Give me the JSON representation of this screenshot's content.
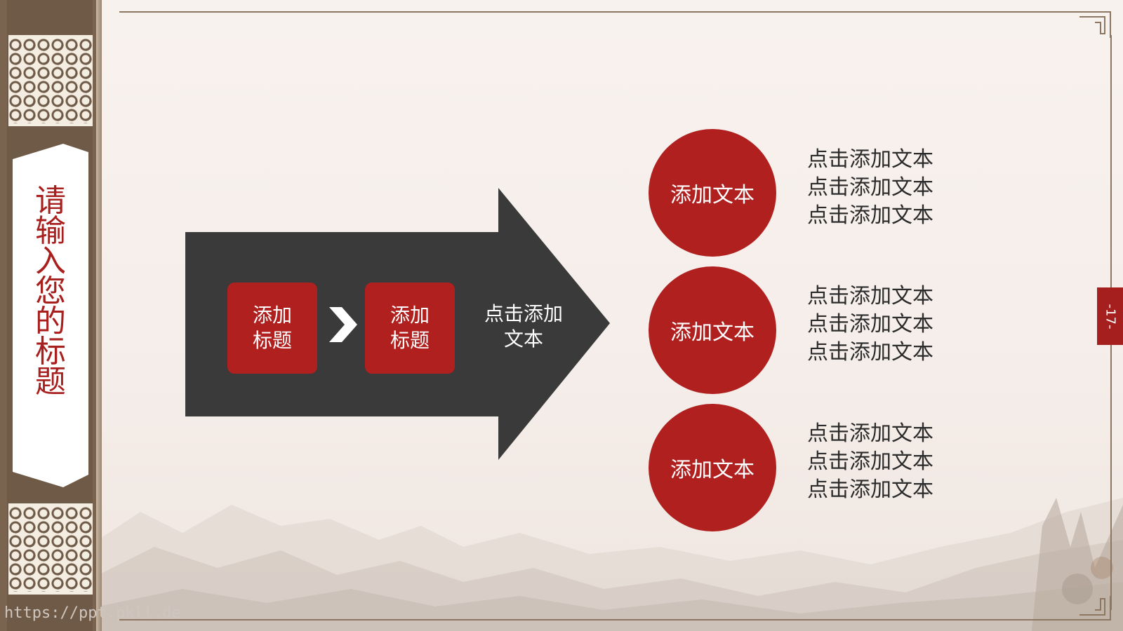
{
  "slide": {
    "vertical_title": [
      "请",
      "输",
      "入",
      "您",
      "的",
      "标",
      "题"
    ],
    "page_number": "-17-",
    "watermark": "https://ppt.pkll.de"
  },
  "arrow": {
    "box1_label": "添加标题",
    "box2_label": "添加标题",
    "arrow_text": "点击添加文本"
  },
  "items": [
    {
      "circle_label": "添加文本",
      "lines": [
        "点击添加文本",
        "点击添加文本",
        "点击添加文本"
      ]
    },
    {
      "circle_label": "添加文本",
      "lines": [
        "点击添加文本",
        "点击添加文本",
        "点击添加文本"
      ]
    },
    {
      "circle_label": "添加文本",
      "lines": [
        "点击添加文本",
        "点击添加文本",
        "点击添加文本"
      ]
    }
  ],
  "colors": {
    "accent_red": "#b0201f",
    "arrow_dark": "#3a3a3a",
    "band_brown": "#6e5a47",
    "background": "#f6efec"
  },
  "icons": [
    "chevron-right-icon",
    "lattice-pattern",
    "mountain-landscape"
  ]
}
